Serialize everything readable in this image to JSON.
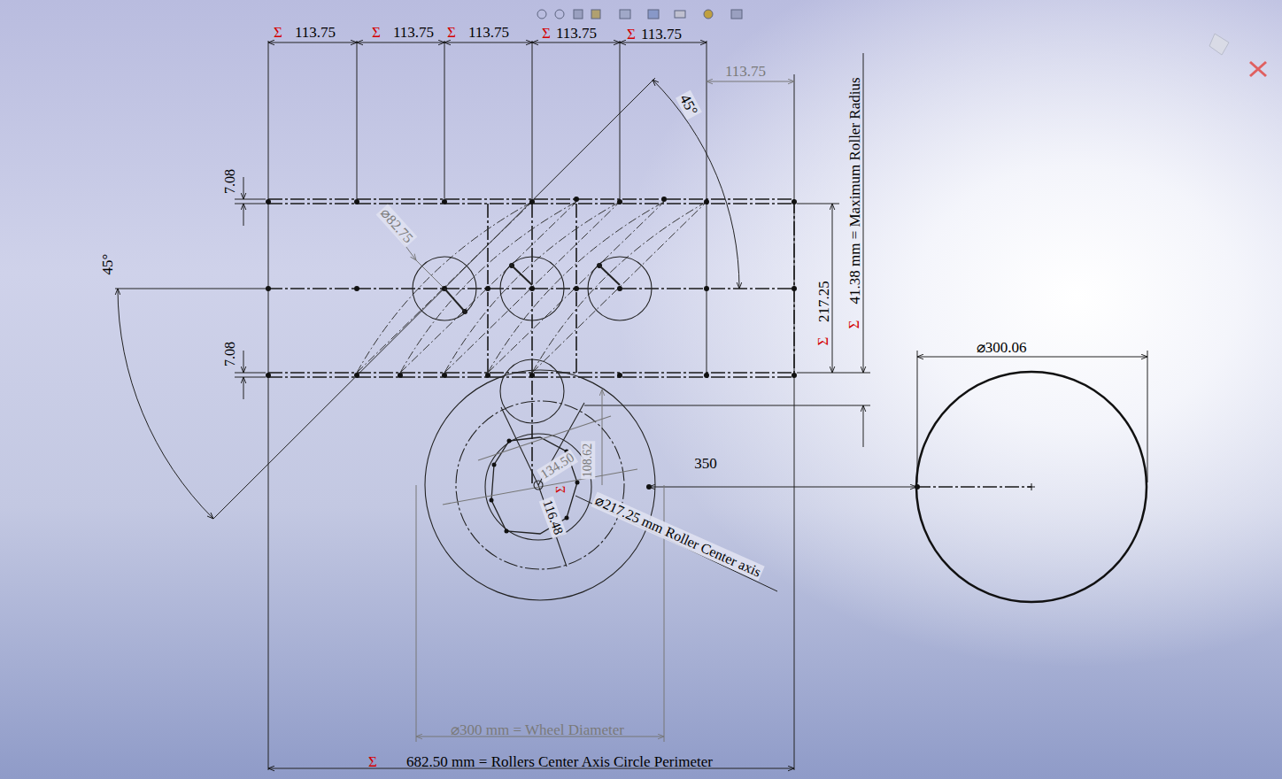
{
  "diagram": {
    "labels": [
      "Σ",
      "113.75",
      "Σ",
      "113.75",
      "Σ",
      "113.75",
      "Σ",
      "113.75",
      "Σ",
      "113.75",
      "113.75",
      "45°",
      "45°",
      "7.08",
      "7.08",
      "⌀82.75",
      "Σ",
      "217.25",
      "Σ",
      "41.38 mm = Maximum Roller Radius",
      "⌀300.06",
      "350",
      "134.50",
      "108.62",
      "Σ",
      "116.48",
      "⌀217.25 mm Roller Center axis",
      "⌀300 mm = Wheel Diameter",
      "Σ",
      "682.50 mm = Rollers Center Axis Circle Perimeter"
    ]
  }
}
